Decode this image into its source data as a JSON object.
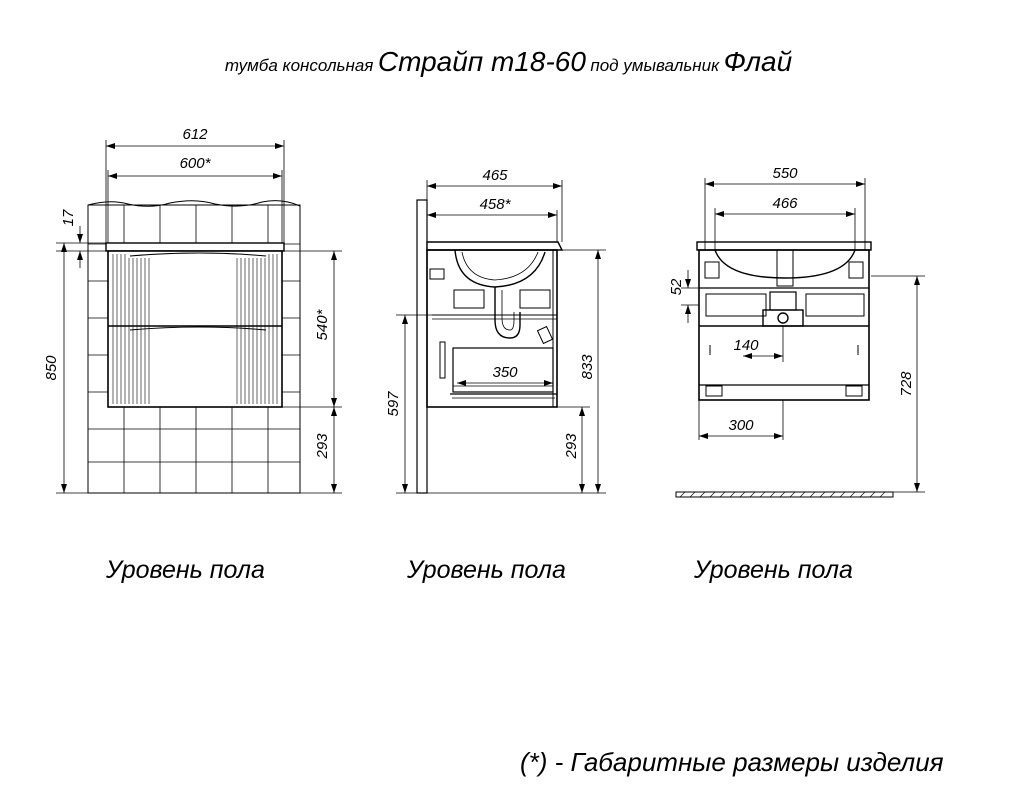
{
  "title": {
    "part1": "тумба консольная",
    "part2": "Страйп т18-60",
    "part3": "под умывальник",
    "part4": "Флай"
  },
  "front_view": {
    "overall_width": "612",
    "body_width": "600*",
    "top_thickness": "17",
    "total_height": "850",
    "cabinet_height": "540*",
    "floor_clearance": "293"
  },
  "side_view": {
    "overall_depth": "465",
    "body_depth": "458*",
    "depth_inner": "350",
    "height_597": "597",
    "height_833": "833",
    "floor_clearance": "293"
  },
  "back_view": {
    "overall_width": "550",
    "inner_width": "466",
    "offset_52": "52",
    "drain_offset": "140",
    "bottom_offset": "300",
    "height_728": "728"
  },
  "floor_labels": [
    "Уровень пола",
    "Уровень пола",
    "Уровень пола"
  ],
  "footnote": "(*) - Габаритные размеры изделия",
  "colors": {
    "line": "#000000",
    "background": "#ffffff"
  }
}
